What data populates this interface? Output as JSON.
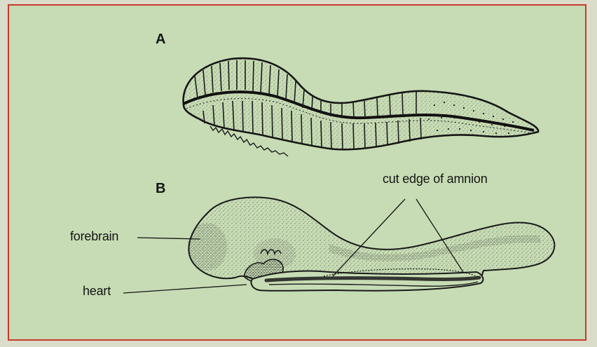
{
  "figure": {
    "panel_a_label": "A",
    "panel_b_label": "B",
    "labels": {
      "forebrain": "forebrain",
      "heart": "heart",
      "amnion": "cut edge of amnion"
    },
    "colors": {
      "background": "#c7dcb4",
      "frame": "#c73a2e",
      "ink": "#151515"
    }
  }
}
